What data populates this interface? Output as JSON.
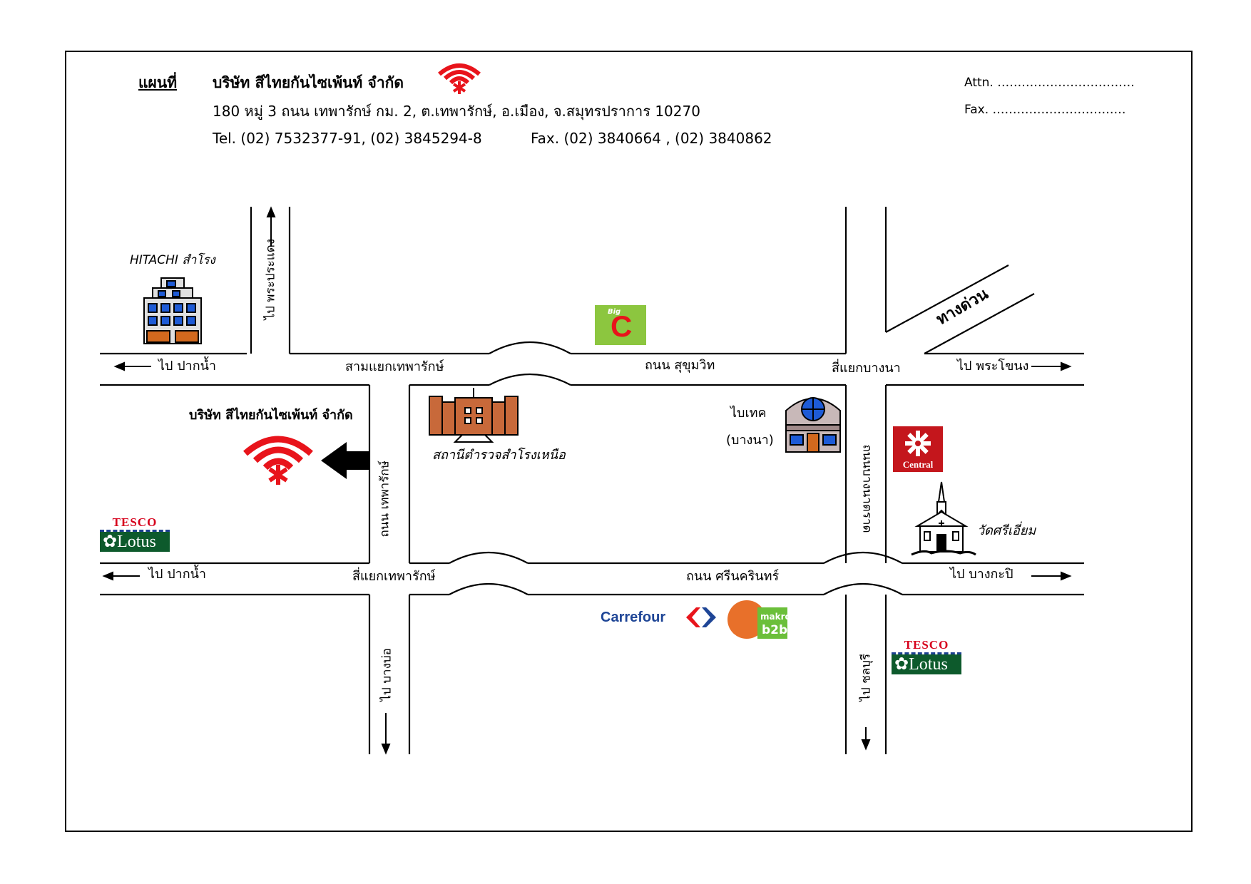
{
  "header": {
    "map_label": "แผนที่",
    "company": "บริษัท สีไทยกันไซเพ้นท์ จำกัด",
    "address": "180 หมู่ 3 ถนน เทพารักษ์ กม. 2,  ต.เทพารักษ์, อ.เมือง, จ.สมุทรปราการ   10270",
    "tel": "Tel.   (02) 7532377-91, (02) 3845294-8",
    "fax": "Fax.   (02) 3840664 , (02) 3840862",
    "attn": "Attn.   …………………………….",
    "fax_field": "Fax.    ……………………………"
  },
  "labels": {
    "hitachi": "HITACHI สำโรง",
    "to_paknam_top": "ไป ปากน้ำ",
    "to_phrapradaeng": "ไป พระประแดง",
    "samyaek": "สามแยกเทพารักษ์",
    "sukhumvit": "ถนน สุขุมวิท",
    "siyaek_bangna": "สี่แยกบางนา",
    "to_phrakhanong": "ไป พระโขนง",
    "expressway": "ทางด่วน",
    "company_map": "บริษัท สีไทยกันไซเพ้นท์ จำกัด",
    "police": "สถานีตำรวจสำโรงเหนือ",
    "biotec": "ไบเทค",
    "bangna_paren": "(บางนา)",
    "thepharak_road": "ถนน เทพารักษ์",
    "bangna_trat": "ถนนบางนาตราด",
    "wat": "วัดศรีเอี่ยม",
    "to_paknam_bottom": "ไป ปากน้ำ",
    "siyaek_thepharak": "สี่แยกเทพารักษ์",
    "srinakarin": "ถนน ศรีนครินทร์",
    "to_bangkapi": "ไป บางกะปิ",
    "to_bangbo": "ไป บางบ่อ",
    "to_chonburi": "ไป ชลบุรี"
  },
  "logos": {
    "bigc_text": "Big",
    "bigc_letter": "C",
    "central": "Central",
    "tesco": "TESCO",
    "lotus": "Lotus",
    "carrefour": "Carrefour",
    "makro": "makro",
    "b2b": "b2b"
  },
  "colors": {
    "brand_red": "#e8141b",
    "bigc_green": "#8cc63f",
    "central_red": "#c4161c",
    "tesco_green": "#0d5a2c",
    "carrefour_blue": "#1e4596",
    "makro_orange": "#e8702a"
  },
  "icons": [
    "company-logo-icon",
    "hitachi-building-icon",
    "police-station-icon",
    "biotec-building-icon",
    "church-icon",
    "arrow-left-icon"
  ]
}
